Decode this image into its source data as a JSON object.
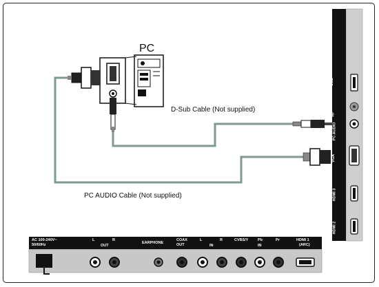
{
  "labels": {
    "pc": "PC",
    "dsub_cable": "D-Sub Cable (Not supplied)",
    "pc_audio_cable": "PC AUDIO Cable (Not supplied)"
  },
  "tv_side_panel": {
    "usb": "USB",
    "rf": "RF",
    "pc_audio": "PC AUDIO",
    "vga": "VGA",
    "hdmi3": "HDMI 3",
    "hdmi2": "HDMI 2"
  },
  "tv_bottom_panel": {
    "ac": "AC 100-240V~",
    "ac_freq": "50/60Hz",
    "out_l": "L",
    "out_r": "R",
    "out": "OUT",
    "earphone": "EARPHONE",
    "coax": "COAX",
    "coax_out": "OUT",
    "in_l": "L",
    "in_r": "R",
    "in": "IN",
    "cvbs": "CVBS/Y",
    "pb": "Pb",
    "pr": "Pr",
    "comp_in": "IN",
    "hdmi1": "HDMI 1",
    "arc": "(ARC)"
  },
  "colors": {
    "cable": "#7f9a90",
    "panel_black": "#111111",
    "panel_grey": "#c8c8c8"
  }
}
